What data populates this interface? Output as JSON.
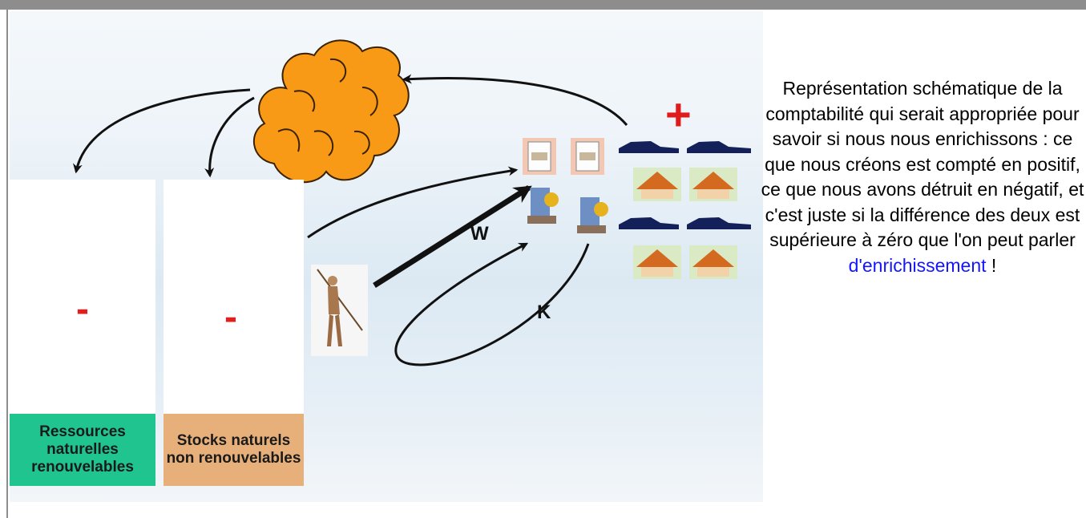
{
  "figure": {
    "boxes": [
      {
        "label": "Ressources naturelles renouvelables",
        "sign": "-"
      },
      {
        "label": "Stocks naturels non renouvelables",
        "sign": "-"
      }
    ],
    "letters": {
      "w": "W",
      "k": "K"
    },
    "plus": "+",
    "colors": {
      "green_label": "#20c48f",
      "orange_label": "#e7b07a",
      "cloud": "#f99a16",
      "minus": "#e02020"
    }
  },
  "caption": {
    "text": "Représentation schématique de la comptabilité qui serait appropriée pour savoir si nous nous enrichissons : ce que nous créons est compté en positif, ce que nous avons détruit en négatif, et c'est juste si la différence des deux est supérieure à zéro que l'on peut parler",
    "link": "d'enrichissement",
    "tail": " !"
  }
}
